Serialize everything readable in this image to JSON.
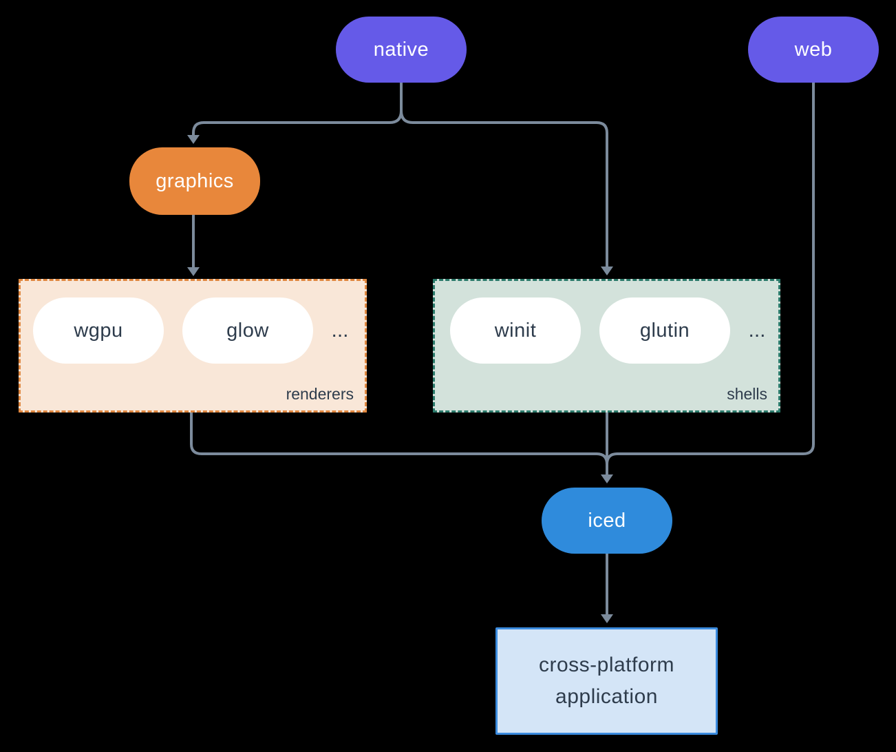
{
  "nodes": {
    "native": {
      "label": "native"
    },
    "web": {
      "label": "web"
    },
    "graphics": {
      "label": "graphics"
    },
    "iced": {
      "label": "iced"
    }
  },
  "groups": {
    "renderers": {
      "label": "renderers",
      "items": [
        "wgpu",
        "glow"
      ],
      "ellipsis": "..."
    },
    "shells": {
      "label": "shells",
      "items": [
        "winit",
        "glutin"
      ],
      "ellipsis": "..."
    }
  },
  "app": {
    "lines": [
      "cross-platform",
      "application"
    ]
  },
  "colors": {
    "bg": "#000000",
    "purple": "#655AE8",
    "orange": "#E8873B",
    "blue": "#2F8BDC",
    "renderers_bg": "#F9E7D8",
    "renderers_border": "#E0873F",
    "shells_bg": "#D3E2DB",
    "shells_border": "#2B7A6B",
    "app_bg": "#D4E5F7",
    "app_border": "#3B8BDE",
    "connector": "#7C8B9C",
    "dark_text": "#2E3C4C",
    "white": "#FFFFFF"
  }
}
